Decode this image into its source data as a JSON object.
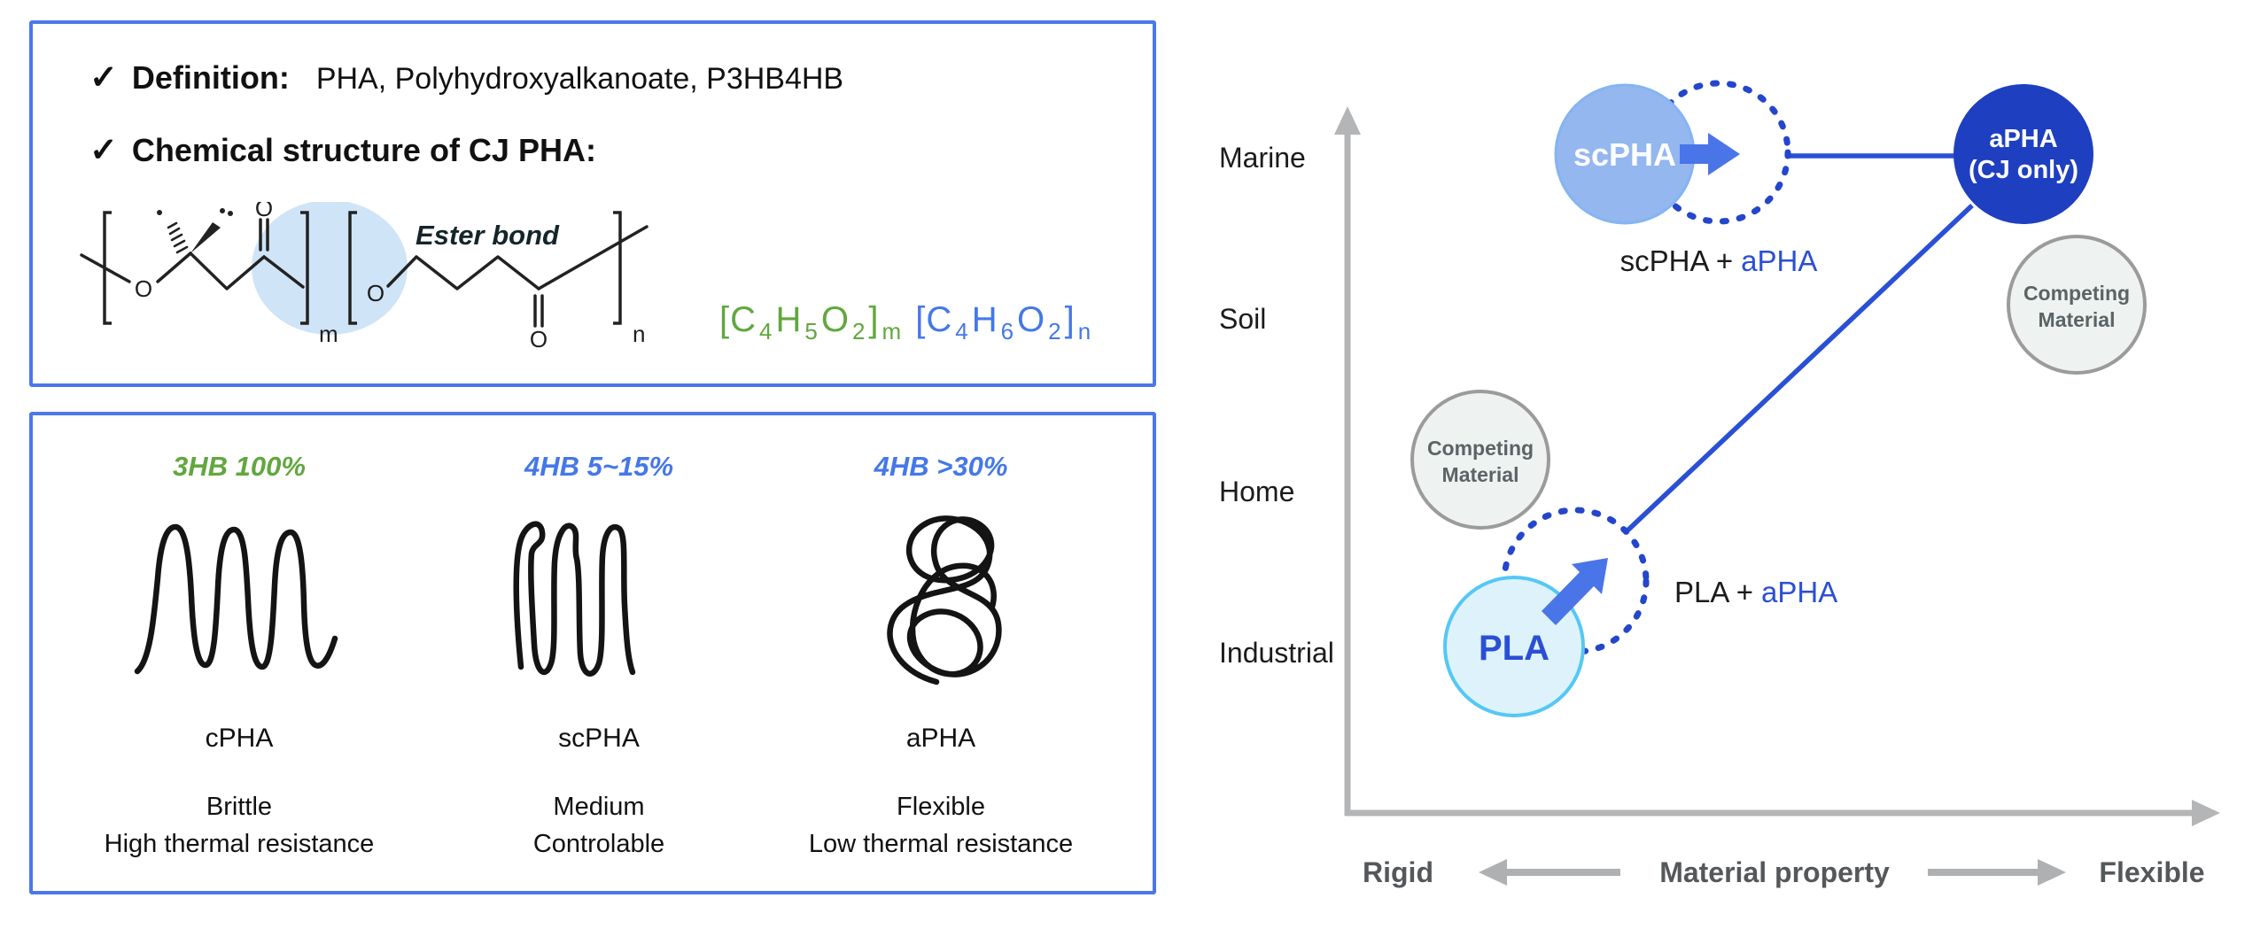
{
  "colors": {
    "box_border": "#4a78ea",
    "green": "#61a73e",
    "formula_blue": "#4478e8",
    "deep_blue_line": "#2950d5",
    "dashed_blue": "#2446cc",
    "arrow_blue": "#4a75e8",
    "scpha_fill": "#93b7ee",
    "scpha_border": "#85b4f2",
    "apha_fill": "#1d3fc0",
    "pla_fill": "#ddf2fb",
    "pla_border": "#54c8f5",
    "pla_text": "#2b4fd4",
    "competing_fill": "#eef2f1",
    "competing_border": "#9b9b9b",
    "competing_text": "#5c6365",
    "axis_gray": "#b4b5b7",
    "axis_text_gray": "#55585a",
    "ester_highlight": "#cfe4f6"
  },
  "definition_box": {
    "check": "✓",
    "definition_label": "Definition:",
    "definition_text": "PHA, Polyhydroxyalkanoate, P3HB4HB",
    "structure_label": "Chemical structure of CJ PHA:",
    "ester_bond_label": "Ester bond",
    "atom_o": "O",
    "subscript_m": "m",
    "subscript_n": "n",
    "formula": {
      "green": {
        "b1": "[C",
        "s1": "4",
        "t1": "H",
        "s2": "5",
        "t2": "O",
        "s3": "2",
        "b2": "]",
        "s4": "m"
      },
      "blue": {
        "b1": "[C",
        "s1": "4",
        "t1": "H",
        "s2": "6",
        "t2": "O",
        "s3": "2",
        "b2": "]",
        "s4": "n"
      }
    }
  },
  "types_box": {
    "columns": [
      {
        "header": "3HB 100%",
        "header_color": "#61a73e",
        "name": "cPHA",
        "prop1": "Brittle",
        "prop2": "High thermal resistance"
      },
      {
        "header": "4HB 5~15%",
        "header_color": "#4478e8",
        "name": "scPHA",
        "prop1": "Medium",
        "prop2": "Controlable"
      },
      {
        "header": "4HB >30%",
        "header_color": "#4478e8",
        "name": "aPHA",
        "prop1": "Flexible",
        "prop2": "Low thermal resistance"
      }
    ]
  },
  "chart": {
    "y_labels": [
      "Marine",
      "Soil",
      "Home",
      "Industrial"
    ],
    "x_axis": {
      "left": "Rigid",
      "center": "Material property",
      "right": "Flexible"
    },
    "bubbles": {
      "scpha": "scPHA",
      "apha_line1": "aPHA",
      "apha_line2": "(CJ only)",
      "pla": "PLA",
      "competing_line1": "Competing",
      "competing_line2": "Material"
    },
    "mix_labels": {
      "scpha_prefix": "scPHA +",
      "scpha_suffix": "aPHA",
      "pla_prefix": "PLA +",
      "pla_suffix": "aPHA"
    }
  }
}
